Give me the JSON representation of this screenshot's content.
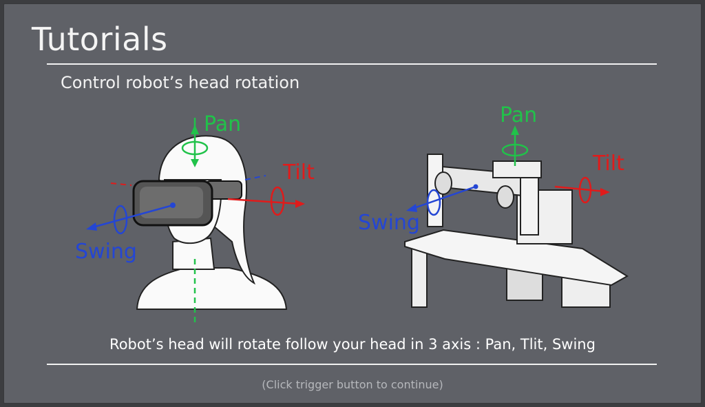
{
  "header": {
    "title": "Tutorials"
  },
  "section": {
    "subtitle": "Control robot’s head rotation"
  },
  "illustration_left": {
    "icon": "vr-headset-user-icon",
    "labels": {
      "pan": "Pan",
      "tilt": "Tilt",
      "swing": "Swing"
    }
  },
  "illustration_right": {
    "icon": "robot-pan-tilt-head-icon",
    "labels": {
      "pan": "Pan",
      "tilt": "Tilt",
      "swing": "Swing"
    }
  },
  "caption": "Robot’s head will rotate follow your head in 3 axis : Pan, Tlit, Swing",
  "hint": "(Click trigger button to continue)",
  "colors": {
    "panel": "#5f6167",
    "pan": "#21c24a",
    "tilt": "#e01b1b",
    "swing": "#2446d4",
    "text": "#ffffff"
  }
}
